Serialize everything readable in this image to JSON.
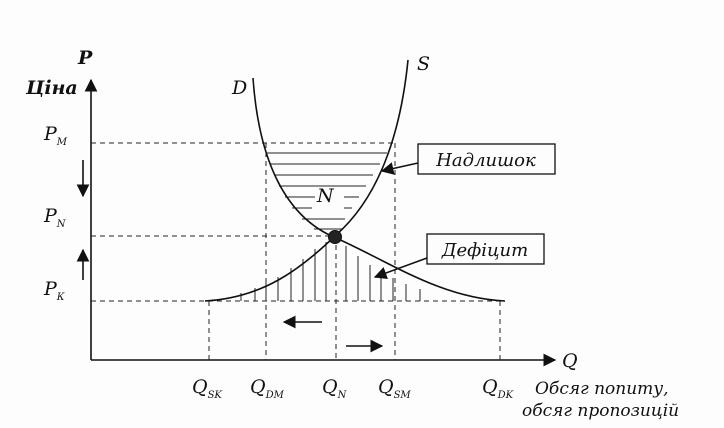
{
  "axes": {
    "y_symbol": "P",
    "y_label": "Ціна",
    "x_symbol": "Q",
    "x_caption_line1": "Обсяг попиту,",
    "x_caption_line2": "обсяг пропозицій"
  },
  "curves": {
    "demand": "D",
    "supply": "S"
  },
  "equilibrium_point": "N",
  "prices": [
    {
      "main": "P",
      "sub": "М"
    },
    {
      "main": "P",
      "sub": "N"
    },
    {
      "main": "P",
      "sub": "К"
    }
  ],
  "quantities": [
    {
      "main": "Q",
      "sub": "SK"
    },
    {
      "main": "Q",
      "sub": "DM"
    },
    {
      "main": "Q",
      "sub": "N"
    },
    {
      "main": "Q",
      "sub": "SM"
    },
    {
      "main": "Q",
      "sub": "DK"
    }
  ],
  "callouts": {
    "surplus": "Надлишок",
    "deficit": "Дефіцит"
  }
}
